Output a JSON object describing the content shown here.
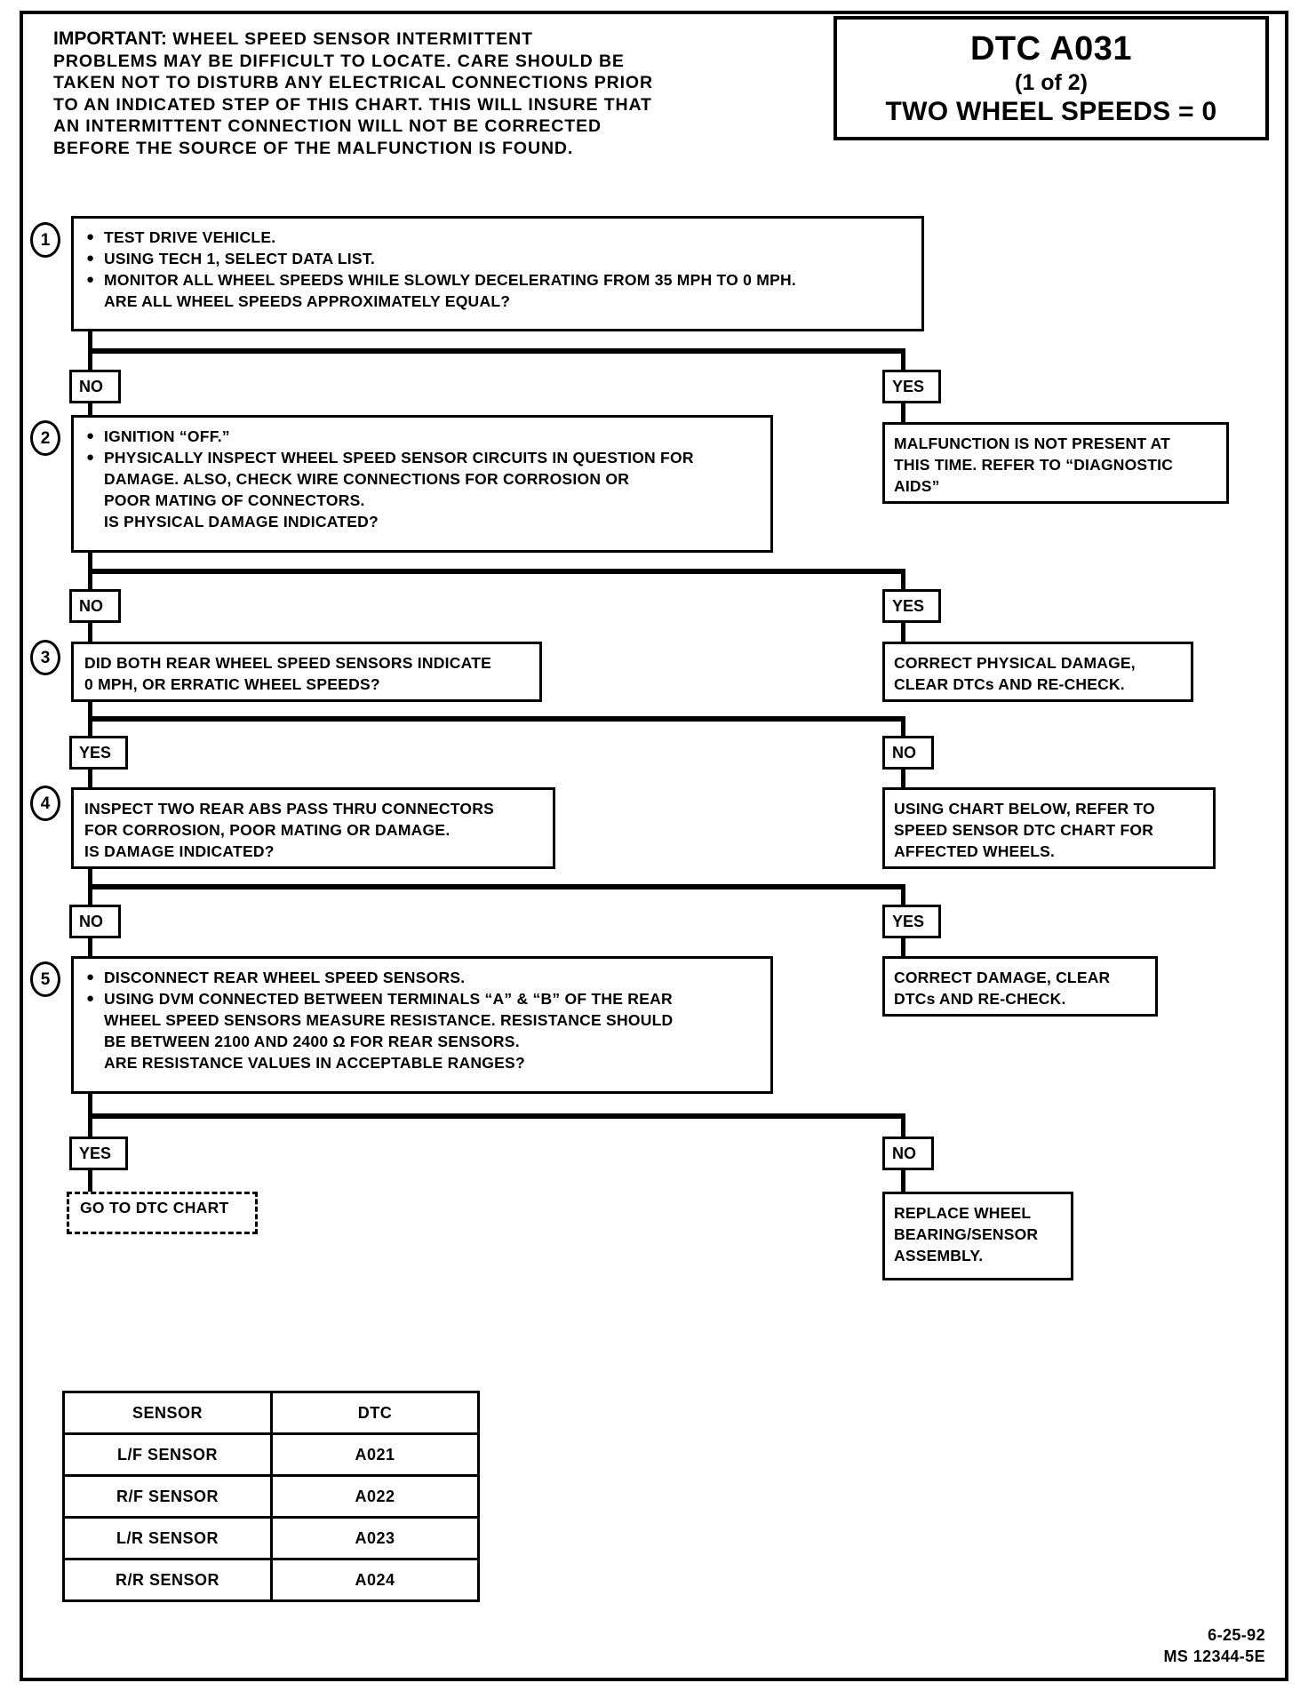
{
  "header": {
    "important_label": "IMPORTANT:",
    "note_lines": [
      "WHEEL  SPEED  SENSOR  INTERMITTENT",
      "PROBLEMS  MAY  BE  DIFFICULT  TO  LOCATE.   CARE  SHOULD  BE",
      "TAKEN  NOT  TO  DISTURB  ANY  ELECTRICAL  CONNECTIONS  PRIOR",
      "TO AN INDICATED STEP OF THIS CHART.  THIS WILL INSURE THAT",
      "AN  INTERMITTENT  CONNECTION  WILL  NOT  BE  CORRECTED",
      "BEFORE THE SOURCE OF THE MALFUNCTION IS FOUND."
    ]
  },
  "title_box": {
    "dtc": "DTC A031",
    "page": "(1 of 2)",
    "subtitle": "TWO WHEEL SPEEDS = 0"
  },
  "steps": {
    "s1": {
      "num": "1",
      "b1": "TEST DRIVE VEHICLE.",
      "b2": "USING TECH 1, SELECT DATA LIST.",
      "b3": "MONITOR ALL WHEEL SPEEDS WHILE SLOWLY DECELERATING FROM 35 MPH TO 0 MPH.",
      "b3b": "ARE ALL WHEEL SPEEDS APPROXIMATELY EQUAL?"
    },
    "s2": {
      "num": "2",
      "b1": "IGNITION “OFF.”",
      "b2": "PHYSICALLY INSPECT WHEEL SPEED SENSOR CIRCUITS IN QUESTION FOR",
      "b2b": "DAMAGE.  ALSO, CHECK WIRE CONNECTIONS FOR CORROSION OR",
      "b2c": "POOR MATING OF CONNECTORS.",
      "b2d": "IS PHYSICAL DAMAGE INDICATED?"
    },
    "s3": {
      "num": "3",
      "l1": "DID BOTH REAR WHEEL SPEED SENSORS INDICATE",
      "l2": "0 MPH, OR ERRATIC WHEEL SPEEDS?"
    },
    "s4": {
      "num": "4",
      "l1": "INSPECT TWO REAR ABS PASS THRU CONNECTORS",
      "l2": "FOR CORROSION, POOR MATING OR DAMAGE.",
      "l3": "IS DAMAGE INDICATED?"
    },
    "s5": {
      "num": "5",
      "b1": "DISCONNECT REAR WHEEL SPEED SENSORS.",
      "b2": "USING DVM CONNECTED BETWEEN TERMINALS “A” & “B” OF THE REAR",
      "b2b": "WHEEL SPEED SENSORS MEASURE RESISTANCE.  RESISTANCE SHOULD",
      "b2c": "BE BETWEEN 2100 AND 2400 Ω FOR REAR SENSORS.",
      "b2d": "ARE RESISTANCE VALUES IN ACCEPTABLE RANGES?"
    }
  },
  "branch_labels": {
    "b1_no": "NO",
    "b1_yes": "YES",
    "b2_no": "NO",
    "b2_yes": "YES",
    "b3_yes": "YES",
    "b3_no": "NO",
    "b4_no": "NO",
    "b4_yes": "YES",
    "b5_yes": "YES",
    "b5_no": "NO"
  },
  "results": {
    "r1": {
      "l1": "MALFUNCTION IS NOT PRESENT AT",
      "l2": "THIS TIME.  REFER TO “DIAGNOSTIC",
      "l3": "AIDS”"
    },
    "r2": {
      "l1": "CORRECT PHYSICAL DAMAGE,",
      "l2": "CLEAR DTCs AND RE-CHECK."
    },
    "r3": {
      "l1": "USING CHART BELOW, REFER TO",
      "l2": "SPEED SENSOR DTC CHART FOR",
      "l3": "AFFECTED WHEELS."
    },
    "r4": {
      "l1": "CORRECT DAMAGE, CLEAR",
      "l2": "DTCs AND RE-CHECK."
    },
    "r5": {
      "l1": "REPLACE WHEEL",
      "l2": "BEARING/SENSOR",
      "l3": "ASSEMBLY."
    },
    "goto": "GO TO  DTC CHART"
  },
  "dtc_table": {
    "headers": [
      "SENSOR",
      "DTC"
    ],
    "rows": [
      [
        "L/F SENSOR",
        "A021"
      ],
      [
        "R/F SENSOR",
        "A022"
      ],
      [
        "L/R SENSOR",
        "A023"
      ],
      [
        "R/R SENSOR",
        "A024"
      ]
    ]
  },
  "footer": {
    "date": "6-25-92",
    "doc": "MS 12344-5E"
  }
}
